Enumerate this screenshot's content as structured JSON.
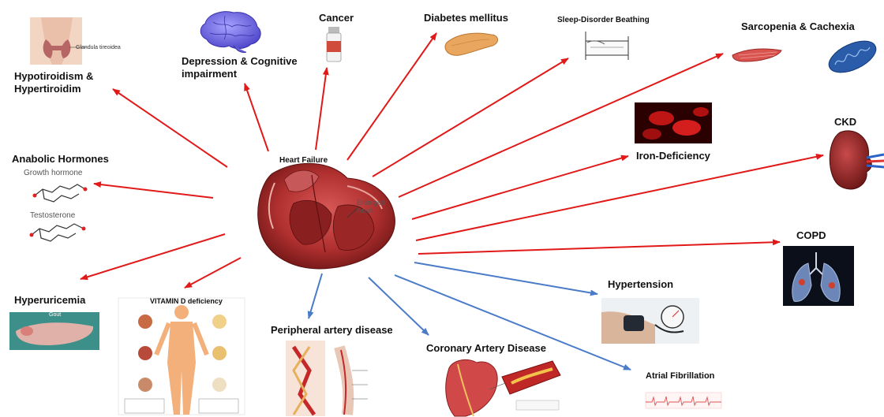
{
  "center": {
    "title": "Heart Failure",
    "annotation": "Enlarged heart"
  },
  "labels": {
    "hypothyroid": "Hypotiroidism & Hypertiroidim",
    "thyroid_caption": "Glandula tireoidea",
    "depression": "Depression & Cognitive impairment",
    "cancer": "Cancer",
    "diabetes": "Diabetes mellitus",
    "sleep": "Sleep-Disorder Beathing",
    "sarcopenia": "Sarcopenia & Cachexia",
    "iron": "Iron-Deficiency",
    "ckd": "CKD",
    "anabolic": "Anabolic Hormones",
    "growth_hormone": "Growth hormone",
    "testosterone": "Testosterone",
    "copd": "COPD",
    "hyperuricemia": "Hyperuricemia",
    "gout": "Gout",
    "vitamin_d": "VITAMIN D deficiency",
    "pad": "Peripheral artery disease",
    "cad": "Coronary Artery Disease",
    "hypertension": "Hypertension",
    "af": "Atrial Fibrillation"
  },
  "colors": {
    "red_arrow": "#e11919",
    "blue_arrow": "#4a7bc8"
  }
}
